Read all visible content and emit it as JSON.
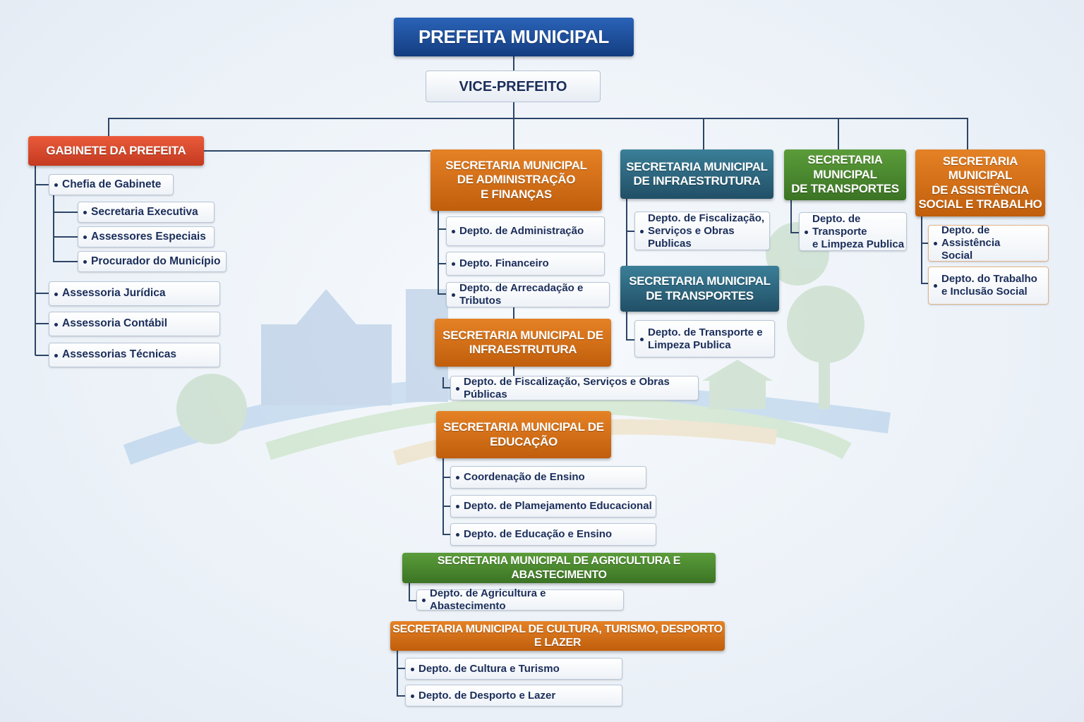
{
  "colors": {
    "blue": "#1a4a96",
    "red": "#d9472b",
    "orange": "#d56d14",
    "teal": "#2d6b82",
    "green": "#4a8a2e",
    "line": "#2c4566",
    "text": "#1b2e5a"
  },
  "mayor": "PREFEITA MUNICIPAL",
  "vice": "VICE-PREFEITO",
  "gabinete": {
    "title": "GABINETE DA PREFEITA",
    "items": [
      "Chefia de Gabinete",
      "Secretaria Executiva",
      "Assessores Especiais",
      "Procurador do Município",
      "Assessoria Jurídica",
      "Assessoria Contábil",
      "Assessorias Técnicas"
    ]
  },
  "secretarias": [
    {
      "title": "SECRETARIA MUNICIPAL\nDE ADMINISTRAÇÃO\nE FINANÇAS",
      "color": "orange",
      "depts": [
        "Depto. de Administração",
        "Depto. Financeiro",
        "Depto. de Arrecadação e Tributos"
      ]
    },
    {
      "title": "SECRETARIA MUNICIPAL DE\nINFRAESTRUTURA",
      "color": "orange",
      "depts": [
        "Depto. de Fiscalização, Serviços e Obras Públicas"
      ]
    },
    {
      "title": "SECRETARIA MUNICIPAL DE\nEDUCAÇÃO",
      "color": "orange",
      "depts": [
        "Coordenação de Ensino",
        "Depto. de Plamejamento Educacional",
        "Depto. de Educação e Ensino"
      ]
    },
    {
      "title": "SECRETARIA MUNICIPAL DE AGRICULTURA E ABASTECIMENTO",
      "color": "green",
      "depts": [
        "Depto. de Agricultura e Abastecimento"
      ]
    },
    {
      "title": "SECRETARIA MUNICIPAL DE CULTURA, TURISMO, DESPORTO E LAZER",
      "color": "orange",
      "depts": [
        "Depto. de Cultura e Turismo",
        "Depto. de Desporto e Lazer"
      ]
    },
    {
      "title": "SECRETARIA MUNICIPAL\nDE INFRAESTRUTURA",
      "color": "teal",
      "depts": [
        "Depto. de Fiscalização,\n Serviços e Obras Publicas"
      ]
    },
    {
      "title": "SECRETARIA MUNICIPAL\nDE TRANSPORTES",
      "color": "teal",
      "depts": [
        "Depto. de Transporte e\n Limpeza Publica"
      ]
    },
    {
      "title": "SECRETARIA MUNICIPAL\nDE TRANSPORTES",
      "color": "green",
      "depts": [
        "Depto. de Transporte\n e Limpeza Publica"
      ]
    },
    {
      "title": "SECRETARIA MUNICIPAL\nDE ASSISTÊNCIA\nSOCIAL E TRABALHO",
      "color": "orange",
      "depts": [
        "Depto. de Assistência\n Social",
        "Depto. do Trabalho\n e Inclusão Social"
      ]
    }
  ]
}
